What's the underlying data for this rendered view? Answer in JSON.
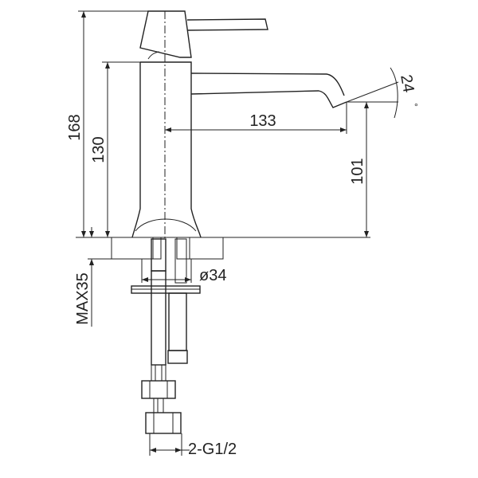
{
  "title": "Basin faucet technical drawing",
  "dimensions": {
    "overall_height": "168",
    "body_height": "130",
    "spout_reach": "133",
    "spout_height": "101",
    "spout_angle": "24",
    "degree_symbol": "°",
    "max_deck_thickness": "MAX35",
    "mounting_hole": "ø34",
    "connection": "2-G1/2"
  }
}
